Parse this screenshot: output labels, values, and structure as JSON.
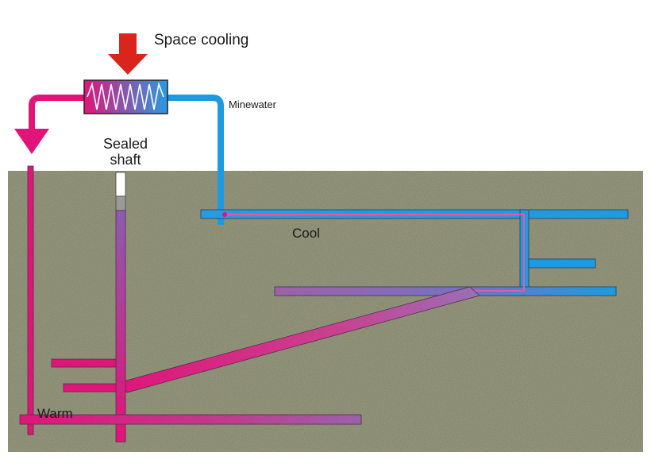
{
  "labels": {
    "space_cooling": "Space cooling",
    "minewater": "Minewater",
    "sealed_shaft_line1": "Sealed",
    "sealed_shaft_line2": "shaft",
    "cool": "Cool",
    "warm": "Warm"
  },
  "colors": {
    "ground": "#9a9c82",
    "warm": "#e0157a",
    "cool": "#1e9be0",
    "mixed": "#8c5cb0",
    "arrow_heat_in": "#d9251c",
    "shaft_seal": "#ffffff",
    "shaft_plug": "#9a9a9a"
  },
  "icons": {
    "heat_exchanger": "heat-exchanger-coil-icon",
    "space_cooling_arrow": "red-down-arrow-icon",
    "return_arrow": "magenta-down-arrow-icon"
  }
}
